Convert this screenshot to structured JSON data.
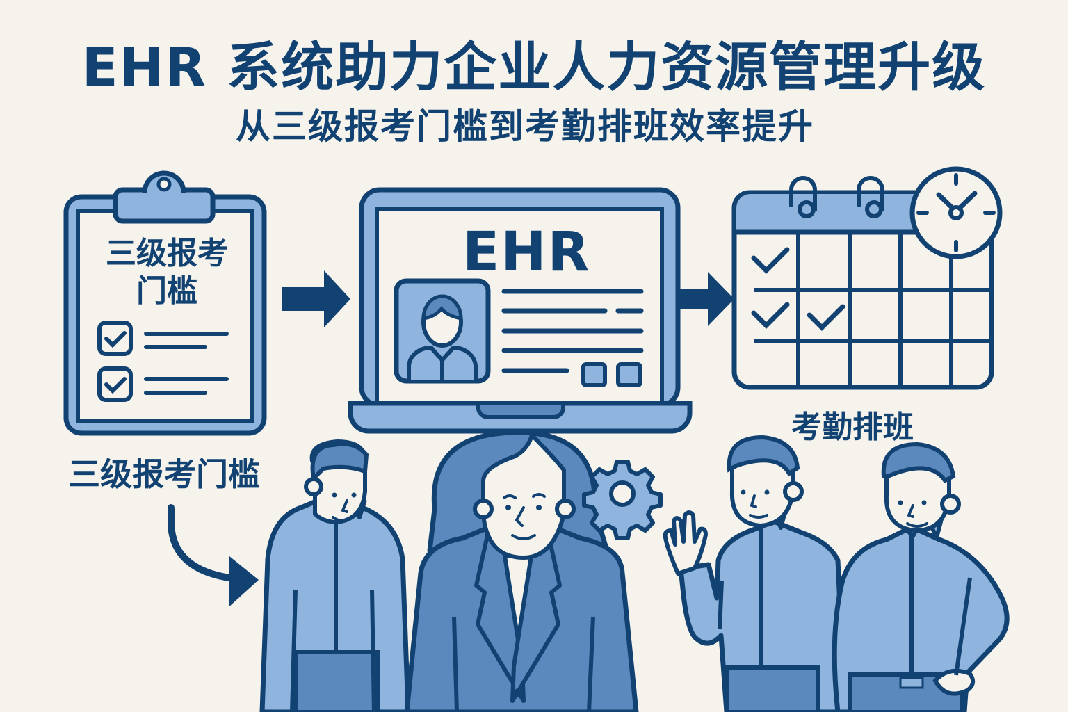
{
  "header": {
    "title": "EHR 系统助力企业人力资源管理升级",
    "subtitle": "从三级报考门槛到考勤排班效率提升"
  },
  "clipboard": {
    "heading_line1": "三级报考",
    "heading_line2": "门槛",
    "checked_items": 2,
    "caption": "三级报考门槛"
  },
  "laptop": {
    "brand": "EHR",
    "icon": "user-profile-icon"
  },
  "calendar": {
    "caption": "考勤排班",
    "checked_cells": 3,
    "icon": "clock-icon"
  },
  "people": [
    "man-left",
    "woman-center",
    "man-waving",
    "man-hands-on-hips"
  ],
  "colors": {
    "background": "#f6f3ec",
    "navy": "#124272",
    "mid_blue": "#5b88bd",
    "light_blue": "#8fb4de"
  }
}
